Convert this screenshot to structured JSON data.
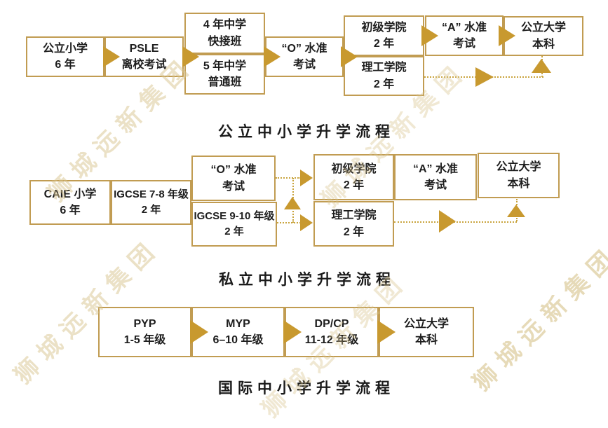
{
  "watermark": {
    "text": "狮城远新集团"
  },
  "colors": {
    "box_border": "#C19C52",
    "arrow": "#C8992F",
    "dotted_line": "#C9A43E",
    "text": "#1D1D1D",
    "watermark": "#D8C48E",
    "background": "#FFFFFF"
  },
  "charts": [
    {
      "title": "公立中小学升学流程",
      "boxes": [
        {
          "lines": [
            "公立小学",
            "6 年"
          ]
        },
        {
          "lines": [
            "PSLE",
            "离校考试"
          ]
        },
        {
          "lines": [
            "4 年中学",
            "快接班"
          ]
        },
        {
          "lines": [
            "5 年中学",
            "普通班"
          ]
        },
        {
          "lines": [
            "“O” 水准",
            "考试"
          ]
        },
        {
          "lines": [
            "初级学院",
            "2 年"
          ]
        },
        {
          "lines": [
            "理工学院",
            "2 年"
          ]
        },
        {
          "lines": [
            "“A” 水准",
            "考试"
          ]
        },
        {
          "lines": [
            "公立大学",
            "本科"
          ]
        }
      ]
    },
    {
      "title": "私立中小学升学流程",
      "boxes": [
        {
          "lines": [
            "CAIE 小学",
            "6 年"
          ]
        },
        {
          "lines": [
            "IGCSE 7-8 年级",
            "2 年"
          ]
        },
        {
          "lines": [
            "“O” 水准",
            "考试"
          ]
        },
        {
          "lines": [
            "IGCSE 9-10 年级",
            "2 年"
          ]
        },
        {
          "lines": [
            "初级学院",
            "2 年"
          ]
        },
        {
          "lines": [
            "理工学院",
            "2 年"
          ]
        },
        {
          "lines": [
            "“A” 水准",
            "考试"
          ]
        },
        {
          "lines": [
            "公立大学",
            "本科"
          ]
        }
      ]
    },
    {
      "title": "国际中小学升学流程",
      "boxes": [
        {
          "lines": [
            "PYP",
            "1-5 年级"
          ]
        },
        {
          "lines": [
            "MYP",
            "6–10 年级"
          ]
        },
        {
          "lines": [
            "DP/CP",
            "11-12 年级"
          ]
        },
        {
          "lines": [
            "公立大学",
            "本科"
          ]
        }
      ]
    }
  ]
}
